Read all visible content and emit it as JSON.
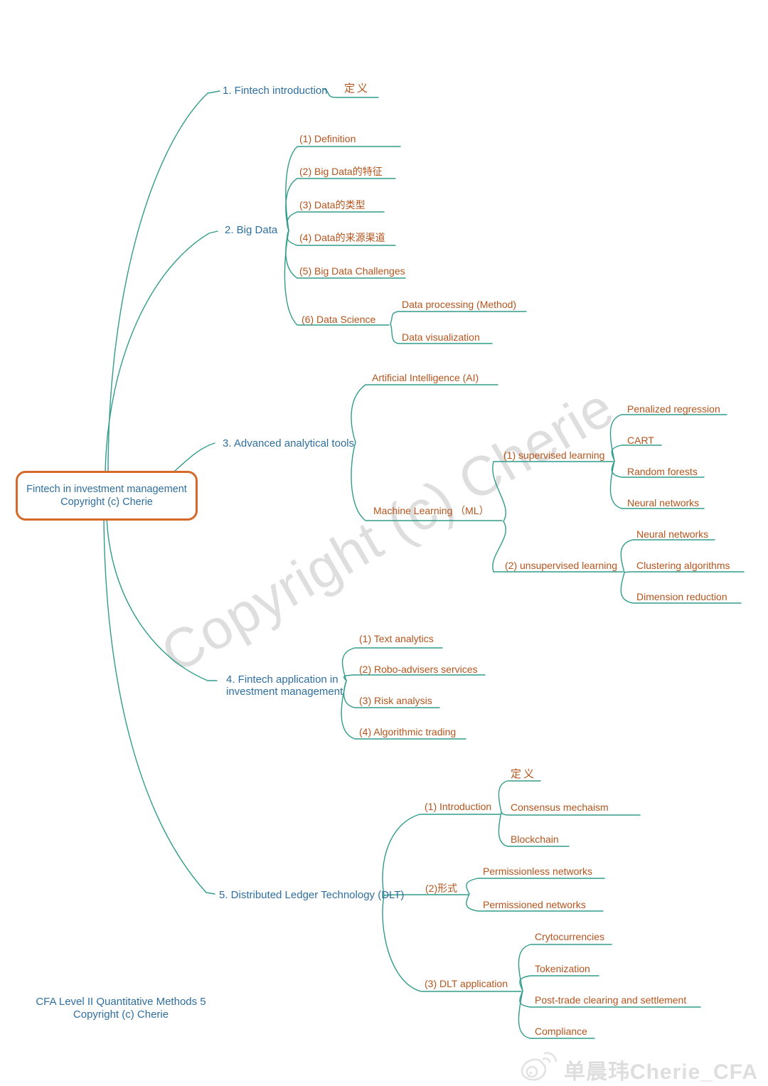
{
  "root": {
    "lines": [
      "Fintech in investment management",
      "Copyright (c) Cherie"
    ]
  },
  "branches": [
    {
      "label": "1. Fintech introduction",
      "children": [
        {
          "label": "定义"
        }
      ]
    },
    {
      "label": "2. Big Data",
      "children": [
        {
          "label": "(1) Definition"
        },
        {
          "label": "(2) Big Data的特征"
        },
        {
          "label": "(3) Data的类型"
        },
        {
          "label": "(4) Data的来源渠道"
        },
        {
          "label": "(5) Big Data Challenges"
        },
        {
          "label": "(6) Data Science",
          "children": [
            {
              "label": "Data processing (Method)"
            },
            {
              "label": "Data visualization"
            }
          ]
        }
      ]
    },
    {
      "label": "3. Advanced analytical tools",
      "children": [
        {
          "label": "Artificial Intelligence (AI)"
        },
        {
          "label": "Machine Learning （ML）",
          "children": [
            {
              "label": "(1) supervised learning",
              "children": [
                {
                  "label": "Penalized regression"
                },
                {
                  "label": "CART"
                },
                {
                  "label": "Random forests"
                },
                {
                  "label": "Neural networks"
                }
              ]
            },
            {
              "label": "(2) unsupervised learning",
              "children": [
                {
                  "label": "Neural networks"
                },
                {
                  "label": "Clustering algorithms"
                },
                {
                  "label": "Dimension reduction"
                }
              ]
            }
          ]
        }
      ]
    },
    {
      "lines": [
        "4. Fintech  application in",
        "investment management"
      ],
      "children": [
        {
          "label": "(1) Text analytics"
        },
        {
          "label": "(2) Robo-advisers services"
        },
        {
          "label": "(3) Risk analysis"
        },
        {
          "label": "(4) Algorithmic trading"
        }
      ]
    },
    {
      "label": "5. Distributed Ledger Technology (DLT)",
      "children": [
        {
          "label": "(1) Introduction",
          "children": [
            {
              "label": "定义"
            },
            {
              "label": "Consensus mechaism"
            },
            {
              "label": "Blockchain"
            }
          ]
        },
        {
          "label": "(2)形式",
          "children": [
            {
              "label": "Permissionless networks"
            },
            {
              "label": "Permissioned networks"
            }
          ]
        },
        {
          "label": "(3) DLT application",
          "children": [
            {
              "label": "Crytocurrencies"
            },
            {
              "label": "Tokenization"
            },
            {
              "label": "Post-trade clearing and settlement"
            },
            {
              "label": "Compliance"
            }
          ]
        }
      ]
    }
  ],
  "footer": {
    "lines": [
      "CFA Level II Quantitative Methods 5",
      "Copyright (c) Cherie"
    ]
  },
  "watermarks": {
    "diagonal": "Copyright (c) Cherie",
    "badge_text": "单晨玮Cherie_CFA",
    "badge_icon": "weibo-icon"
  },
  "colors": {
    "branch_text": "#2f6f9f",
    "leaf_text": "#b5541d",
    "connector": "#319c8b",
    "root_border": "#d4692a",
    "watermark": "#d9d9d9"
  }
}
